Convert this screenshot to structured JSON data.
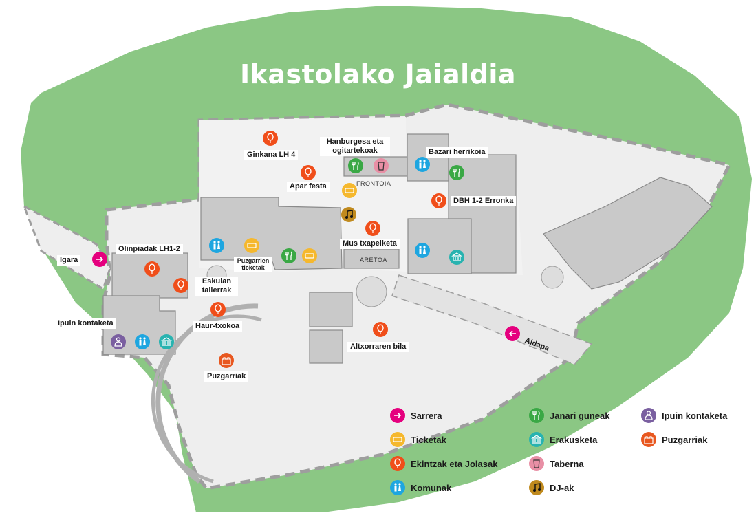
{
  "title": "Ikastolako Jaialdia",
  "colors": {
    "green": "#8bc784",
    "sarrera": "#e5007e",
    "ticketak": "#f5b82e",
    "ekintzak": "#f04e1a",
    "komunak": "#1ea6e0",
    "janari": "#3aa845",
    "erakusketa": "#28b3b0",
    "taberna": "#e88fa5",
    "dj": "#c08a1e",
    "ipuin": "#7a5fa0",
    "puzgarriak": "#e8571f"
  },
  "labels": {
    "ginkana": "Ginkana LH 4",
    "hanburgesa": "Hanburgesa eta ogitartekoak",
    "bazari": "Bazari herrikoia",
    "frontoia": "FRONTOIA",
    "apar": "Apar festa",
    "dbh": "DBH 1-2 Erronka",
    "mus": "Mus txapelketa",
    "aretoa": "ARETOA",
    "olinpiadak": "Olinpiadak LH1-2",
    "igara": "Igara",
    "puzgarrien_ticketak": "Puzgarrien ticketak",
    "eskulan": "Eskulan tailerrak",
    "ipuin": "Ipuin kontaketa",
    "haur": "Haur-txokoa",
    "altxorraren": "Altxorraren bila",
    "puzgarriak": "Puzgarriak",
    "aldapa": "Aldapa"
  },
  "legend": [
    {
      "icon": "sarrera-icon",
      "label": "Sarrera"
    },
    {
      "icon": "ticket-icon",
      "label": "Ticketak"
    },
    {
      "icon": "balloon-icon",
      "label": "Ekintzak eta Jolasak"
    },
    {
      "icon": "restroom-icon",
      "label": "Komunak"
    },
    {
      "icon": "fork-knife-icon",
      "label": "Janari guneak"
    },
    {
      "icon": "museum-icon",
      "label": "Erakusketa"
    },
    {
      "icon": "cup-icon",
      "label": "Taberna"
    },
    {
      "icon": "music-note-icon",
      "label": "DJ-ak"
    },
    {
      "icon": "storyteller-icon",
      "label": "Ipuin kontaketa"
    },
    {
      "icon": "bouncy-castle-icon",
      "label": "Puzgarriak"
    }
  ]
}
